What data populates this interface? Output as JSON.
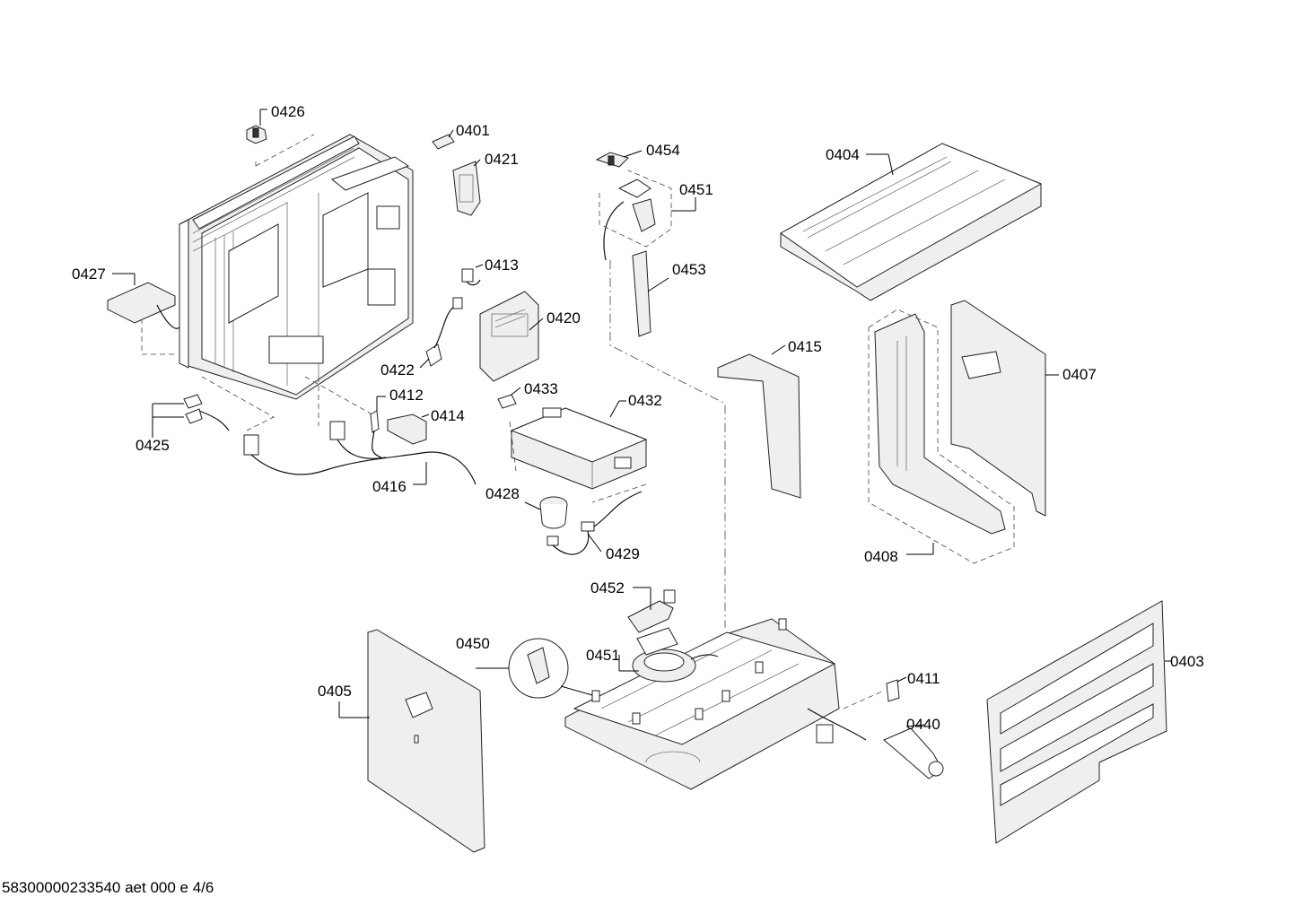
{
  "labels": {
    "p0426": "0426",
    "p0401": "0401",
    "p0421": "0421",
    "p0454": "0454",
    "p0451a": "0451",
    "p0404": "0404",
    "p0427": "0427",
    "p0413": "0413",
    "p0453": "0453",
    "p0420": "0420",
    "p0415": "0415",
    "p0407": "0407",
    "p0422": "0422",
    "p0412": "0412",
    "p0433": "0433",
    "p0432": "0432",
    "p0414": "0414",
    "p0425": "0425",
    "p0416": "0416",
    "p0428": "0428",
    "p0429": "0429",
    "p0408": "0408",
    "p0452": "0452",
    "p0450": "0450",
    "p0451b": "0451",
    "p0405": "0405",
    "p0411": "0411",
    "p0440": "0440",
    "p0403": "0403"
  },
  "footer": "58300000233540 aet 000 e 4/6"
}
